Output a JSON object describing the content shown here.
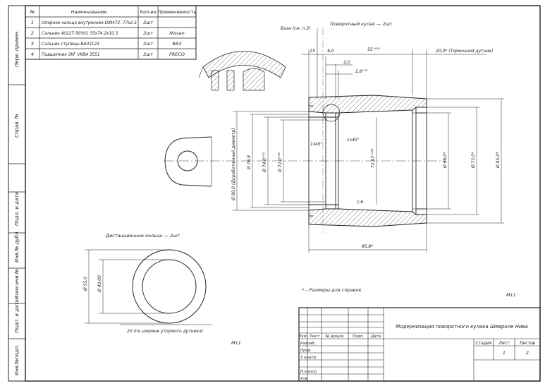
{
  "spec_table": {
    "headers": [
      "№",
      "Наименование",
      "Кол-во",
      "Применяемость"
    ],
    "rows": [
      [
        "1",
        "Опорное кольцо внутреннее DIN472. 77x2.5",
        "2шт",
        ""
      ],
      [
        "2",
        "Сальник 40227-50Y01 55x74.2x10.3",
        "2шт",
        "Nissan"
      ],
      [
        "3",
        "Сальник ступицы ВАЗ2123",
        "2шт",
        "ВАЗ"
      ],
      [
        "4",
        "Подшипник SKF VKBA 3551",
        "2шт",
        "FRECO"
      ]
    ]
  },
  "side_labels": [
    "Перв. примен.",
    "Справ. №",
    "Подп. и дата",
    "Инв.№ дубл.",
    "Взам.инв.№",
    "Подп. и дата",
    "Инв.№подл."
  ],
  "annotations": {
    "hub_title": "Поворотный кулак — 2шт",
    "bore_label": "База (см. п.2)",
    "ring_title": "Дистанционное кольцо — 2шт",
    "ring_note": "20 (по ширине утормого дутника)",
    "note_star": "* – Размеры для справок",
    "scale_mid": "М11",
    "scale_left": "М11"
  },
  "dimensions": {
    "d15": "15",
    "d6": "6,0",
    "d55": "55⁺⁰⁰⁵",
    "d20": "20,0* (Тормозной дутник)",
    "d21": "2,0",
    "d26": "2,6⁺⁰⁵",
    "ch1": "1x45°",
    "ch2": "1x45°",
    "dia_main": "Ø 80,0 (Доработанный диаметр)",
    "dia_76": "Ø 76,9",
    "dia_74": "Ø 74,0⁺⁰¹",
    "dia_72": "Ø 72,0⁺⁰⁵",
    "dia_7297": "72,97⁺⁰⁰⁶",
    "dia_68": "Ø 68,0*",
    "dia_72b": "Ø 72,0*",
    "dia_85": "Ø 85,0*",
    "len_958": "95,8*",
    "r16": "1,6",
    "ring_d1": "Ø 55,0",
    "ring_d2": "Ø 40,00"
  },
  "title_block": {
    "title": "Модернизация поворотного кулака Шевроле Нива",
    "col_headers": [
      "Изм.",
      "Лист",
      "№ докум.",
      "Подп.",
      "Дата"
    ],
    "row_labels": [
      "Разраб.",
      "Пров.",
      "Т.контр.",
      "",
      "Н.контр.",
      "Утв."
    ],
    "stage_header": "Стадия",
    "sheet_header": "Лист",
    "sheets_header": "Листов",
    "sheet_no": "1",
    "sheets_total": "2"
  }
}
